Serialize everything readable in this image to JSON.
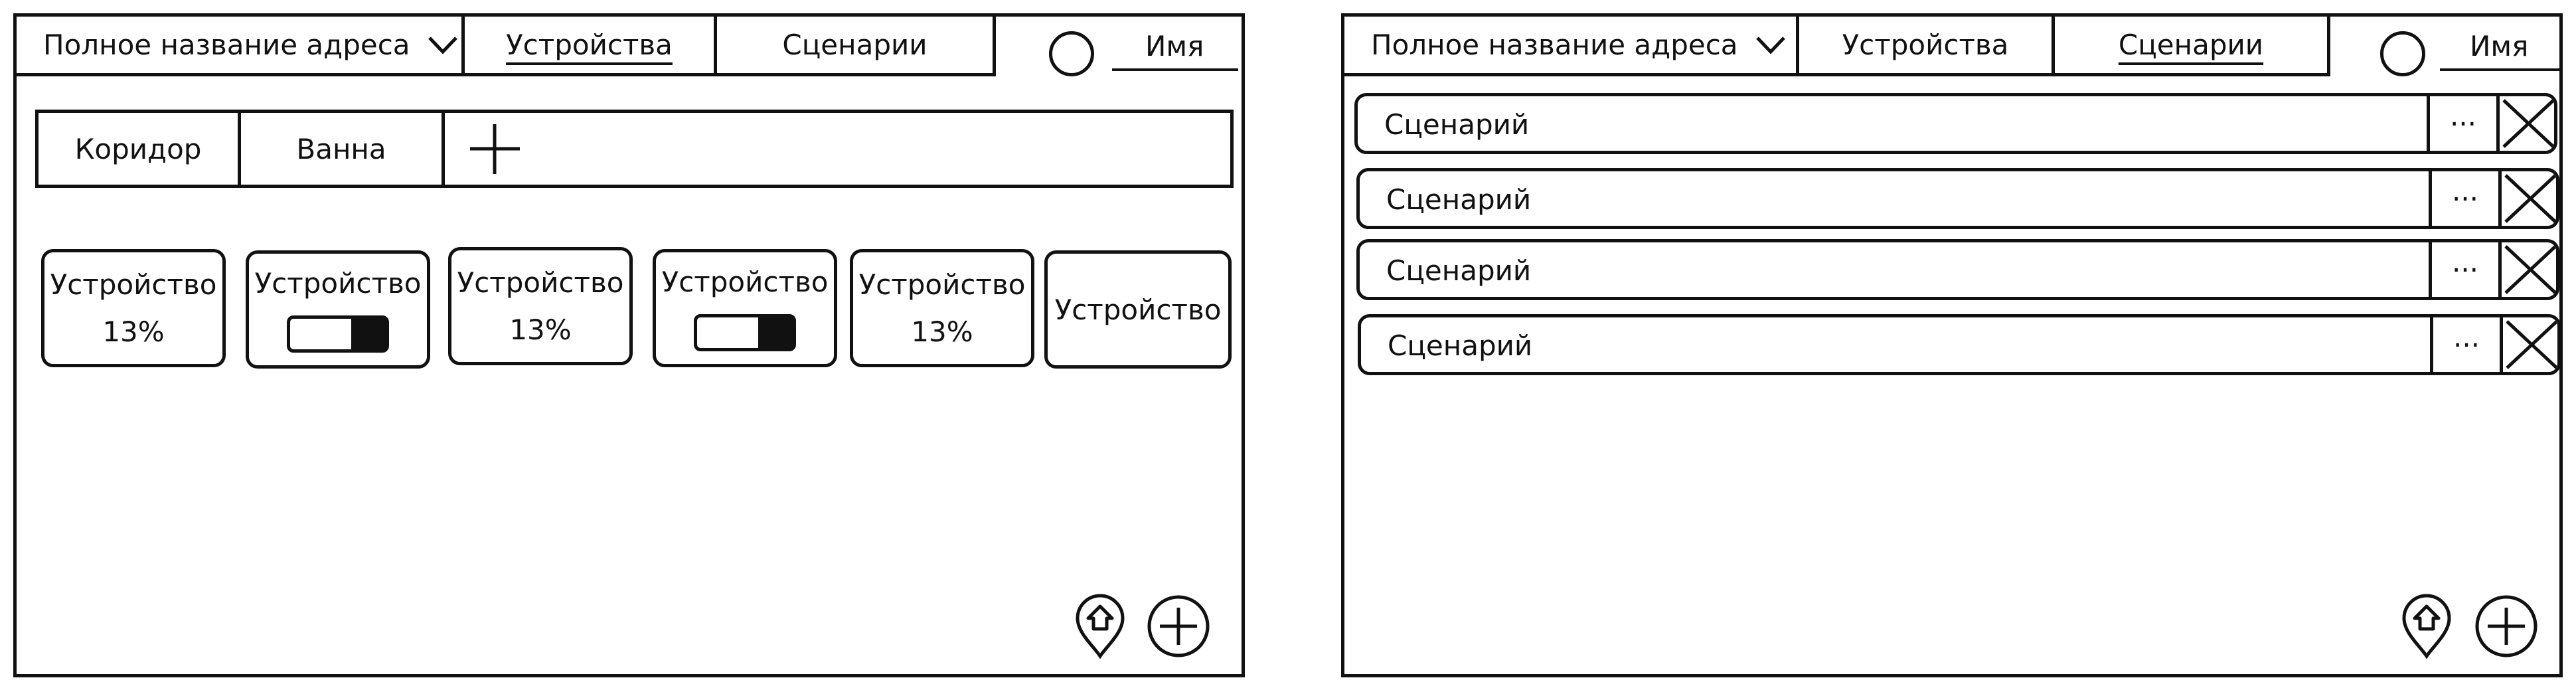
{
  "screens": [
    {
      "address_label": "Полное название адреса",
      "tabs": [
        "Устройства",
        "Сценарии"
      ],
      "active_tab_index": 0,
      "user_name": "Имя",
      "rooms": [
        "Коридор",
        "Ванна"
      ],
      "devices": [
        {
          "label": "Устройство",
          "value": "13%",
          "kind": "value"
        },
        {
          "label": "Устройство",
          "kind": "toggle",
          "toggle_on": true
        },
        {
          "label": "Устройство",
          "value": "13%",
          "kind": "value"
        },
        {
          "label": "Устройство",
          "kind": "toggle",
          "toggle_on": true
        },
        {
          "label": "Устройство",
          "value": "13%",
          "kind": "value"
        },
        {
          "label": "Устройство",
          "kind": "plain"
        }
      ]
    },
    {
      "address_label": "Полное название адреса",
      "tabs": [
        "Устройства",
        "Сценарии"
      ],
      "active_tab_index": 1,
      "user_name": "Имя",
      "scenarios": [
        {
          "label": "Сценарий",
          "more_label": "···"
        },
        {
          "label": "Сценарий",
          "more_label": "···"
        },
        {
          "label": "Сценарий",
          "more_label": "···"
        },
        {
          "label": "Сценарий",
          "more_label": "···"
        }
      ]
    }
  ],
  "icons": {
    "address_dropdown": "chevron-down-icon",
    "avatar": "circle-avatar-icon",
    "add_room": "plus-icon",
    "location": "home-pin-icon",
    "add_fab": "circle-plus-icon",
    "delete": "x-icon"
  }
}
